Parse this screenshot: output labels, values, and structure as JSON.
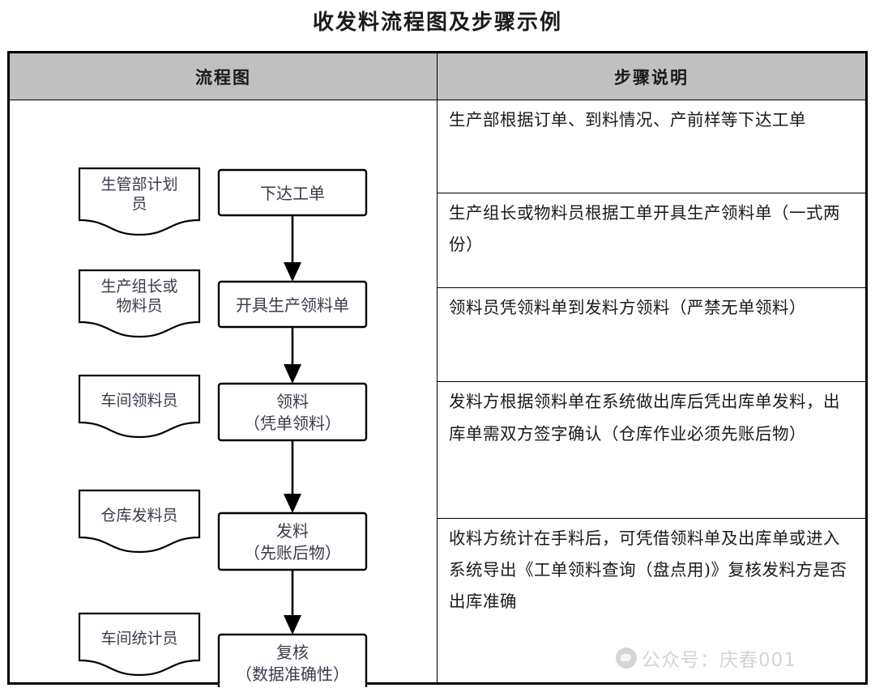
{
  "title": "收发料流程图及步骤示例",
  "table": {
    "headers": {
      "flow": "流程图",
      "steps": "步骤说明"
    },
    "rows": [
      {
        "role": "生管部计划员",
        "action": "下达工单",
        "action_sub": "",
        "step": "生产部根据订单、到料情况、产前样等下达工单"
      },
      {
        "role": "生产组长或物料员",
        "action": "开具生产领料单",
        "action_sub": "",
        "step": "生产组长或物料员根据工单开具生产领料单（一式两份）"
      },
      {
        "role": "车间领料员",
        "action": "领料",
        "action_sub": "（凭单领料）",
        "step": "领料员凭领料单到发料方领料（严禁无单领料）"
      },
      {
        "role": "仓库发料员",
        "action": "发料",
        "action_sub": "（先账后物）",
        "step": "发料方根据领料单在系统做出库后凭出库单发料，出库单需双方签字确认（仓库作业必须先账后物）"
      },
      {
        "role": "车间统计员",
        "action": "复核",
        "action_sub": "（数据准确性）",
        "step": "收料方统计在手料后，可凭借领料单及出库单或进入系统导出《工单领料查询（盘点用)》复核发料方是否出库准确"
      }
    ]
  },
  "watermark": {
    "text": "公众号：庆春001"
  },
  "colors": {
    "header_fill": "#c0c0c0",
    "border": "#000000",
    "text": "#1a1a1a",
    "watermark": "#9a9a9a"
  }
}
